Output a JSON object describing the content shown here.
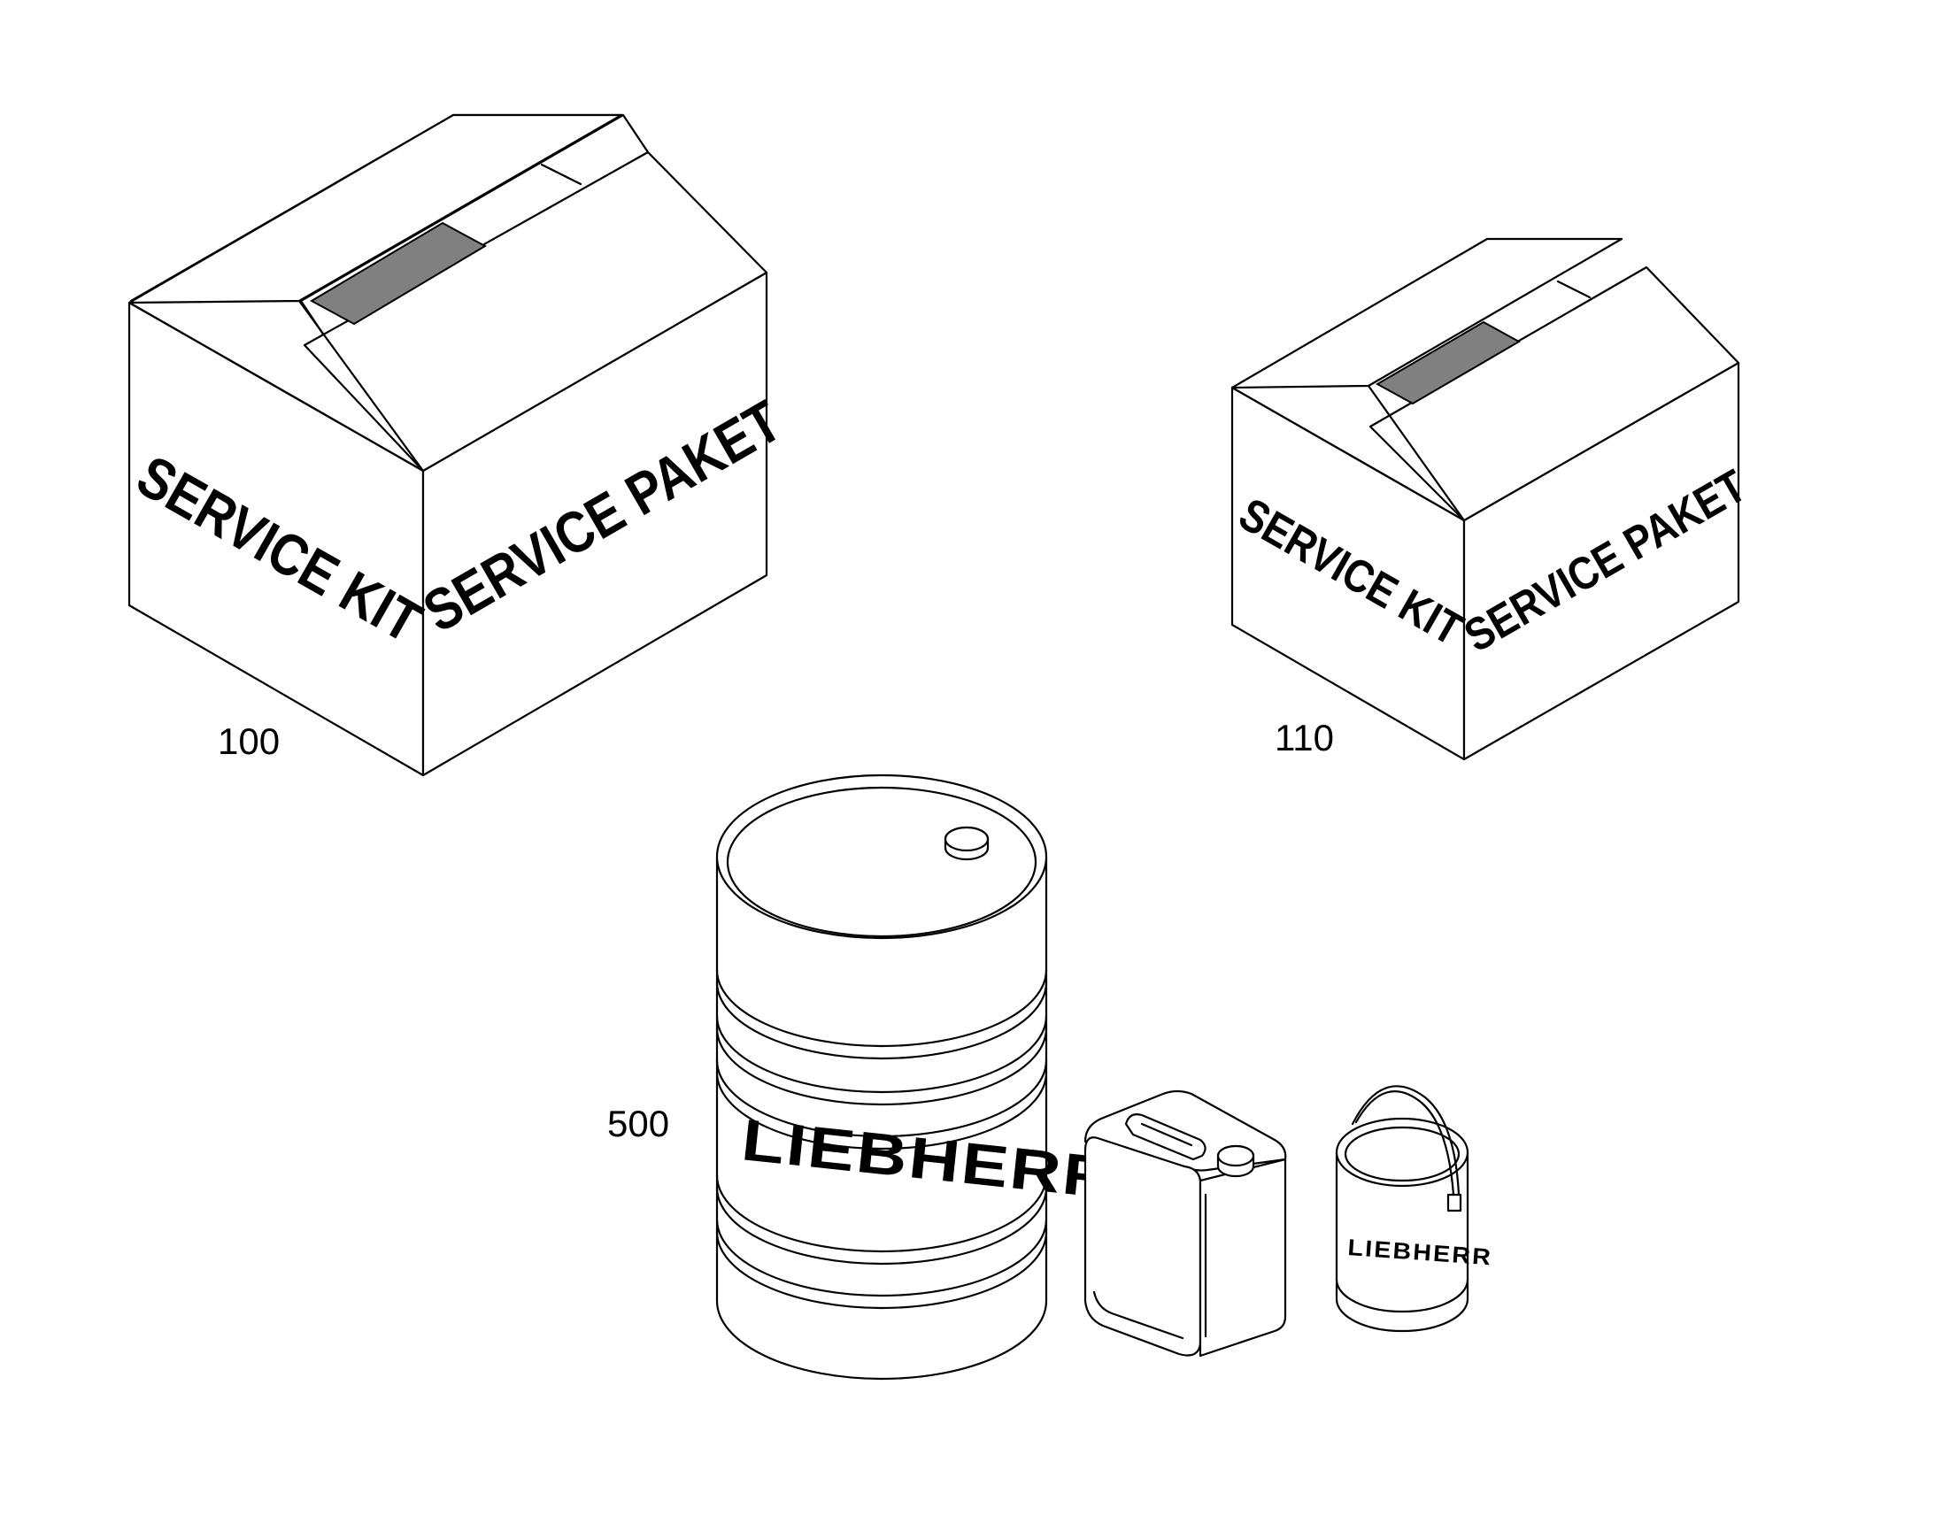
{
  "callouts": {
    "large_box": "100",
    "small_box": "110",
    "fluids": "500"
  },
  "box_labels": {
    "left_face": "SERVICE KIT",
    "right_face": "SERVICE PAKET"
  },
  "brand": {
    "logo": "LIEBHERR"
  },
  "colors": {
    "line": "#000000",
    "tape": "#808080",
    "background": "#ffffff"
  }
}
